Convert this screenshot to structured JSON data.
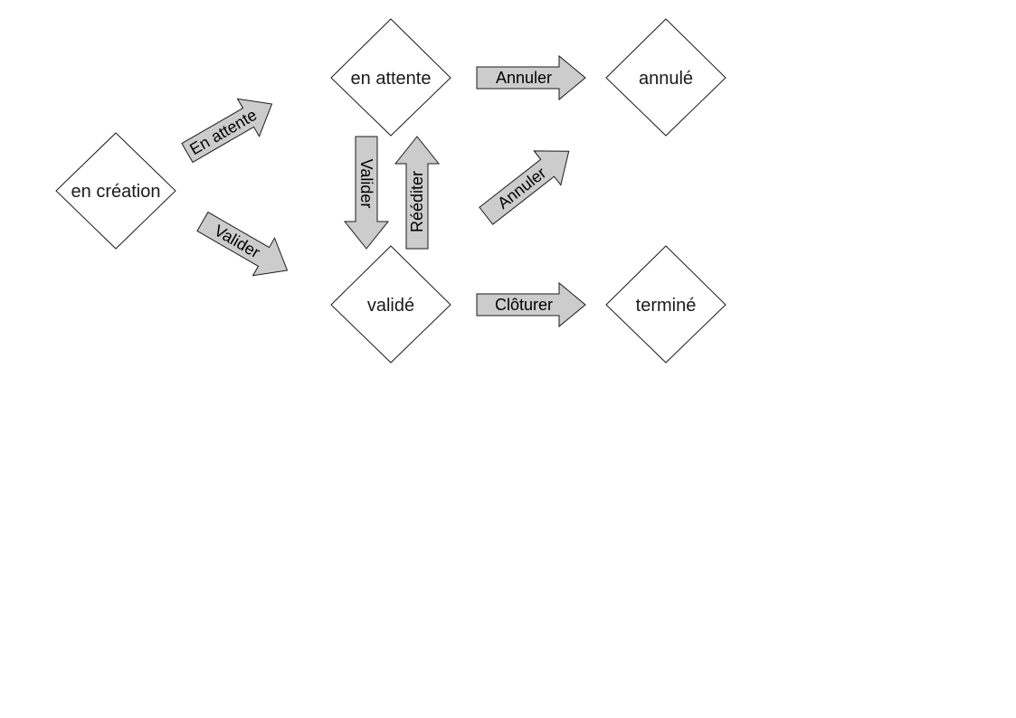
{
  "states": {
    "en_creation": "en création",
    "en_attente": "en attente",
    "valide": "validé",
    "annule": "annulé",
    "termine": "terminé"
  },
  "transitions": {
    "creation_to_attente": "En attente",
    "creation_to_valide": "Valider",
    "attente_to_valide": "Valider",
    "valide_to_attente": "Rééditer",
    "attente_to_annule": "Annuler",
    "valide_to_annule": "Annuler",
    "valide_to_termine": "Clôturer"
  },
  "colors": {
    "arrow_fill": "#cccccc",
    "stroke": "#1a1a1a",
    "background": "#ffffff"
  }
}
